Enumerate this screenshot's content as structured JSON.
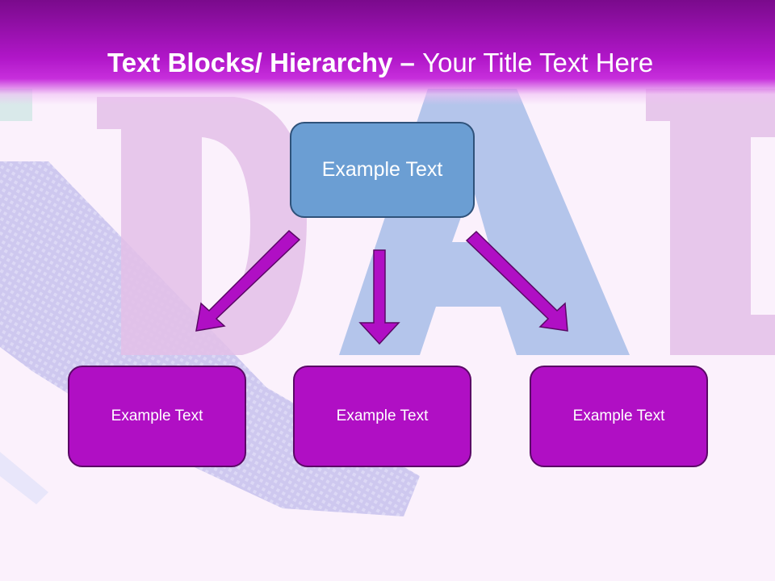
{
  "slide": {
    "title_bold": "Text Blocks/ Hierarchy",
    "title_separator": " – ",
    "title_rest": "Your Title Text Here"
  },
  "diagram": {
    "top_box": {
      "label": "Example Text"
    },
    "children": [
      {
        "label": "Example Text"
      },
      {
        "label": "Example Text"
      },
      {
        "label": "Example Text"
      }
    ]
  },
  "colors": {
    "title_bar": "#b016c8",
    "top_box_fill": "#6b9ed3",
    "top_box_border": "#2f527a",
    "child_box_fill": "#b00fc4",
    "child_box_border": "#5a0866",
    "arrow_fill": "#b00fc4",
    "arrow_stroke": "#5a0866",
    "background": "#fbf1fc"
  }
}
